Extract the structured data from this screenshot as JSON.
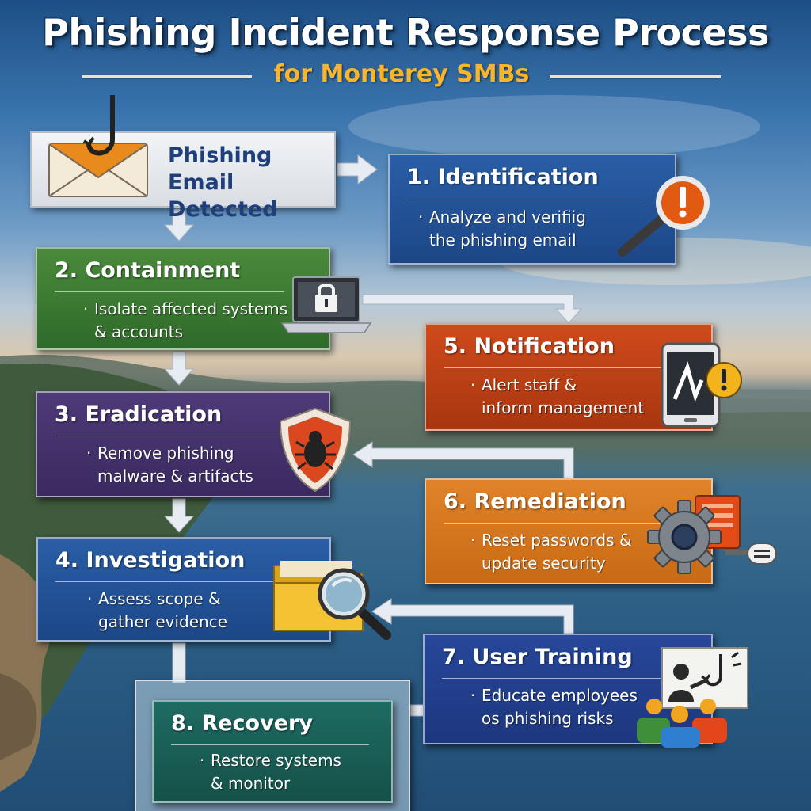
{
  "title": "Phishing Incident Response Process",
  "subtitle": "for Monterey SMBs",
  "start": {
    "line1": "Phishing Email",
    "line2": "Detected"
  },
  "steps": [
    {
      "head": "1.  Identification",
      "line1": "Analyze and verifiig",
      "line2": "the phishing email"
    },
    {
      "head": "2.  Containment",
      "line1": "Isolate affected systems",
      "line2": "& accounts"
    },
    {
      "head": "3.  Eradication",
      "line1": "Remove phishing",
      "line2": "malware & artifacts"
    },
    {
      "head": "4.  Investigation",
      "line1": "Assess scope &",
      "line2": "gather evidence"
    },
    {
      "head": "5.  Notification",
      "line1": "Alert staff &",
      "line2": "inform management"
    },
    {
      "head": "6.  Remediation",
      "line1": "Reset passwords &",
      "line2": "update security"
    },
    {
      "head": "7.  User Training",
      "line1": "Educate employees",
      "line2": "os phishing risks"
    },
    {
      "head": "8.  Recovery",
      "line1": "Restore systems",
      "line2": "& monitor"
    }
  ],
  "bullet": "·",
  "icons": {
    "start": "envelope-hook-icon",
    "s1": "magnifier-warning-icon",
    "s2": "laptop-lock-icon",
    "s3": "shield-bug-icon",
    "s4": "folder-magnifier-icon",
    "s5": "phone-alert-icon",
    "s6": "gear-settings-icon",
    "s7": "training-group-icon"
  }
}
